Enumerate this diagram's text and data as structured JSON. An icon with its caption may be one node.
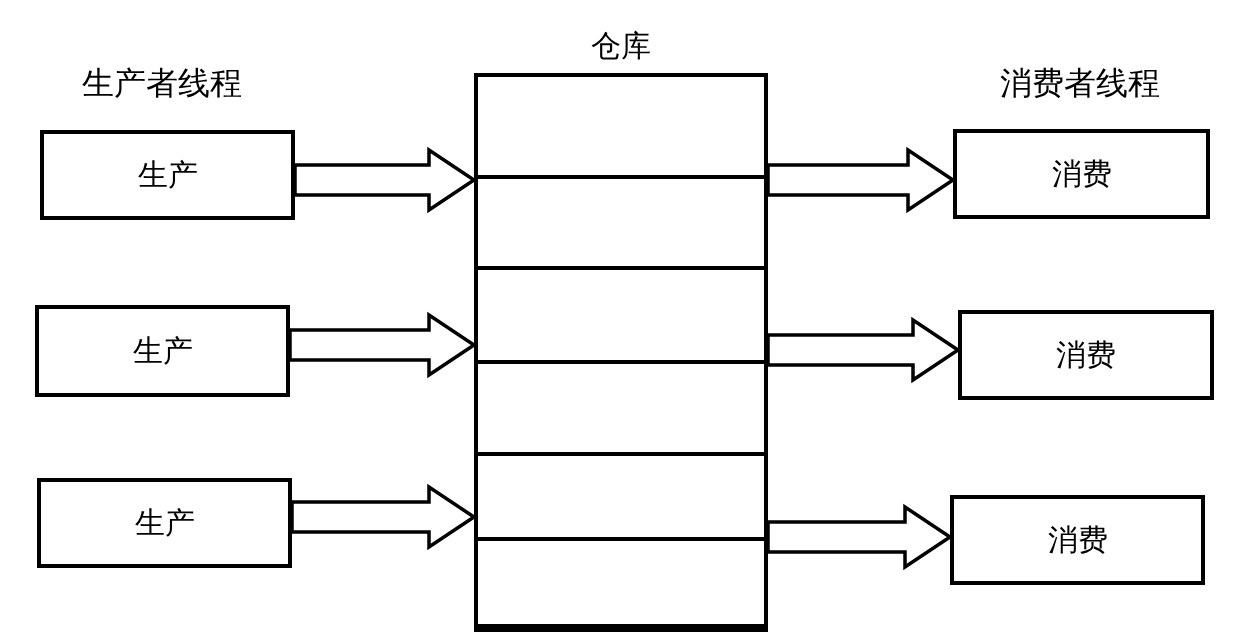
{
  "diagram": {
    "nodes": [
      {
        "text": [
          "仓库"
        ]
      },
      {
        "text": [],
        "shape": "box",
        "in": 0
      },
      {
        "text": [],
        "shape": "box",
        "in": 0
      },
      {
        "text": [],
        "shape": "box",
        "in": 0
      },
      {
        "text": [],
        "shape": "box",
        "in": 0
      },
      {
        "text": [],
        "shape": "box",
        "in": 0
      },
      {
        "text": [],
        "shape": "box",
        "in": 0
      },
      {
        "text": [
          "生产"
        ]
      },
      {
        "text": [
          "生产"
        ]
      },
      {
        "text": [
          "生产"
        ]
      },
      {
        "text": [
          "消费"
        ]
      },
      {
        "text": [
          "消费"
        ]
      },
      {
        "text": [
          "消费"
        ]
      }
    ],
    "edges": [
      {
        "from": 7,
        "to": 0,
        "arrow": "to"
      },
      {
        "from": 8,
        "to": 0,
        "arrow": "to"
      },
      {
        "from": 9,
        "to": 0,
        "arrow": "to"
      },
      {
        "from": 0,
        "to": 10,
        "arrow": "to"
      },
      {
        "from": 0,
        "to": 11,
        "arrow": "to"
      },
      {
        "from": 0,
        "to": 12,
        "arrow": "to"
      }
    ],
    "labels": [
      "生产者线程",
      "消费者线程"
    ]
  }
}
